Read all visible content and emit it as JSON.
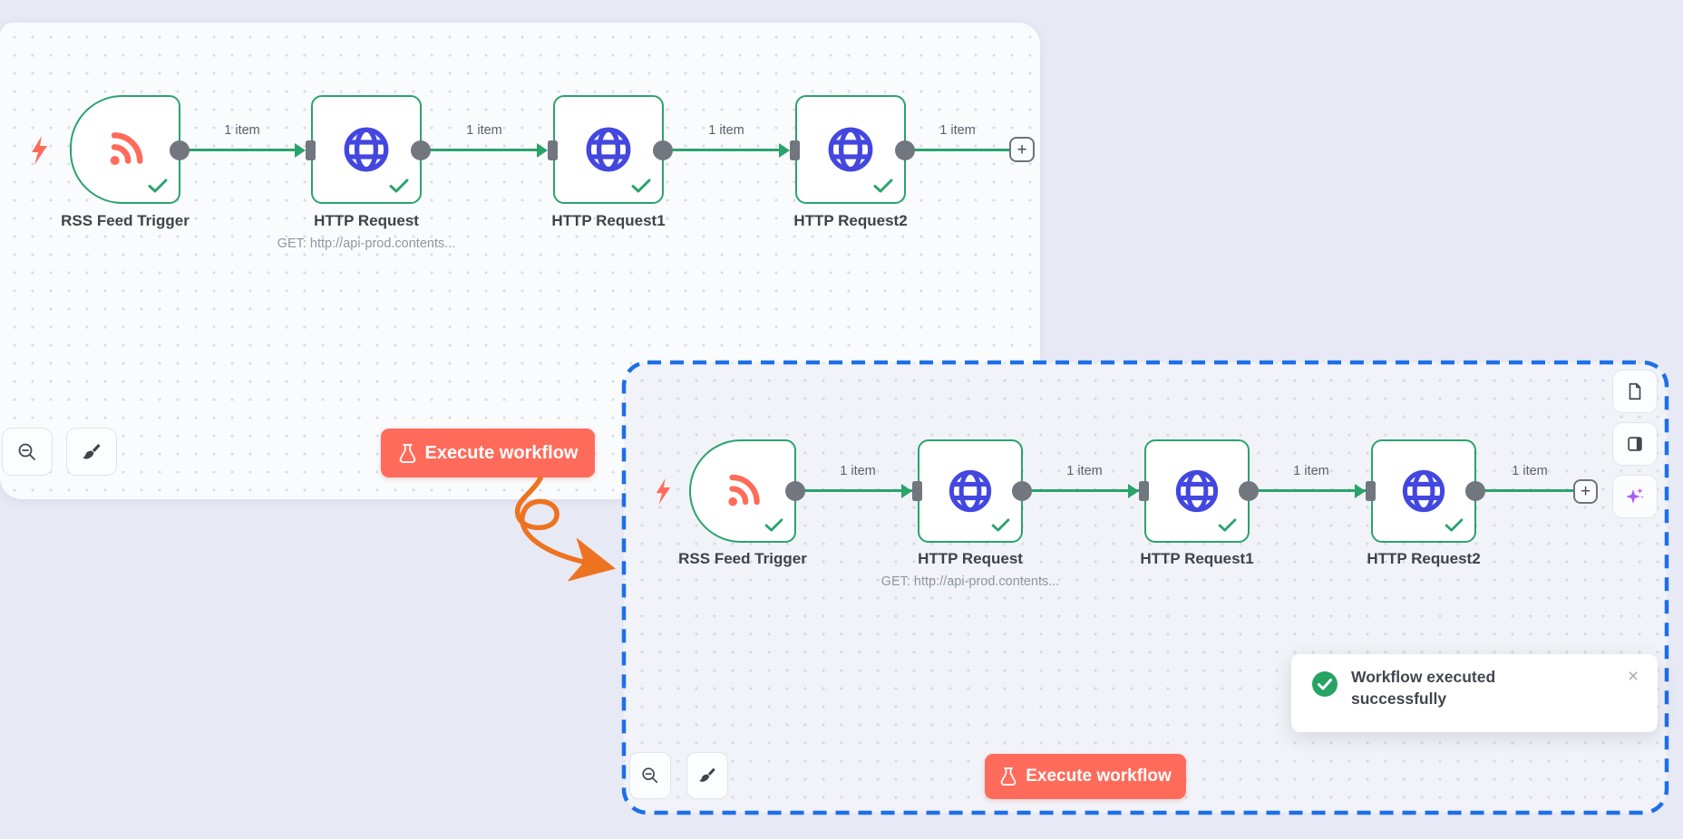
{
  "workflow1": {
    "nodes": [
      {
        "label": "RSS Feed Trigger",
        "type": "trigger",
        "icon": "rss-icon",
        "status": "success"
      },
      {
        "label": "HTTP Request",
        "subtitle": "GET: http://api-prod.contents...",
        "type": "http",
        "icon": "globe-icon",
        "status": "success"
      },
      {
        "label": "HTTP Request1",
        "type": "http",
        "icon": "globe-icon",
        "status": "success"
      },
      {
        "label": "HTTP Request2",
        "type": "http",
        "icon": "globe-icon",
        "status": "success"
      }
    ],
    "connections": [
      {
        "label": "1 item"
      },
      {
        "label": "1 item"
      },
      {
        "label": "1 item"
      },
      {
        "label": "1 item"
      }
    ],
    "add_label": "+",
    "execute_label": "Execute workflow"
  },
  "workflow2": {
    "nodes": [
      {
        "label": "RSS Feed Trigger",
        "type": "trigger",
        "icon": "rss-icon",
        "status": "success"
      },
      {
        "label": "HTTP Request",
        "subtitle": "GET: http://api-prod.contents...",
        "type": "http",
        "icon": "globe-icon",
        "status": "success"
      },
      {
        "label": "HTTP Request1",
        "type": "http",
        "icon": "globe-icon",
        "status": "success"
      },
      {
        "label": "HTTP Request2",
        "type": "http",
        "icon": "globe-icon",
        "status": "success"
      }
    ],
    "connections": [
      {
        "label": "1 item"
      },
      {
        "label": "1 item"
      },
      {
        "label": "1 item"
      },
      {
        "label": "1 item"
      }
    ],
    "add_label": "+",
    "execute_label": "Execute workflow"
  },
  "toast": {
    "message": "Workflow executed successfully",
    "icon": "success-check-icon",
    "close_label": "×"
  },
  "colors": {
    "accent_green": "#2aa36b",
    "accent_coral": "#ff6b5b",
    "accent_indigo": "#4347e0",
    "highlight_dashed_blue": "#1d6fe8",
    "arrow_orange": "#ed7320",
    "connector_gray": "#72767e"
  }
}
